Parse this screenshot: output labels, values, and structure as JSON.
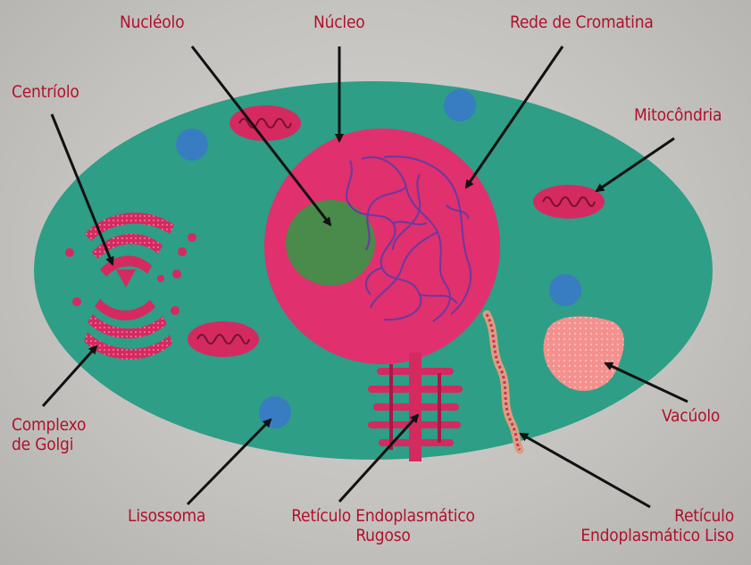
{
  "labels": {
    "nucleolo": "Nucléolo",
    "nucleo": "Núcleo",
    "rede_cromatina": "Rede de Cromatina",
    "centriolo": "Centríolo",
    "mitocondria": "Mitocôndria",
    "complexo_golgi_1": "Complexo",
    "complexo_golgi_2": "de Golgi",
    "vacuolo": "Vacúolo",
    "lisossoma": "Lisossoma",
    "reticulo_rugoso_1": "Retículo Endoplasmático",
    "reticulo_rugoso_2": "Rugoso",
    "reticulo_liso_1": "Retículo",
    "reticulo_liso_2": "Endoplasmático Liso"
  },
  "colors": {
    "cytoplasm": "#2e9e86",
    "nucleus": "#e0306e",
    "nucleolus": "#4a8a4a",
    "organelle": "#d42a60",
    "lysosome": "#3a78c8",
    "vacuole": "#f4908e",
    "chromatin": "#6a3aa0",
    "label_text": "#b0102c",
    "arrow": "#111111"
  }
}
